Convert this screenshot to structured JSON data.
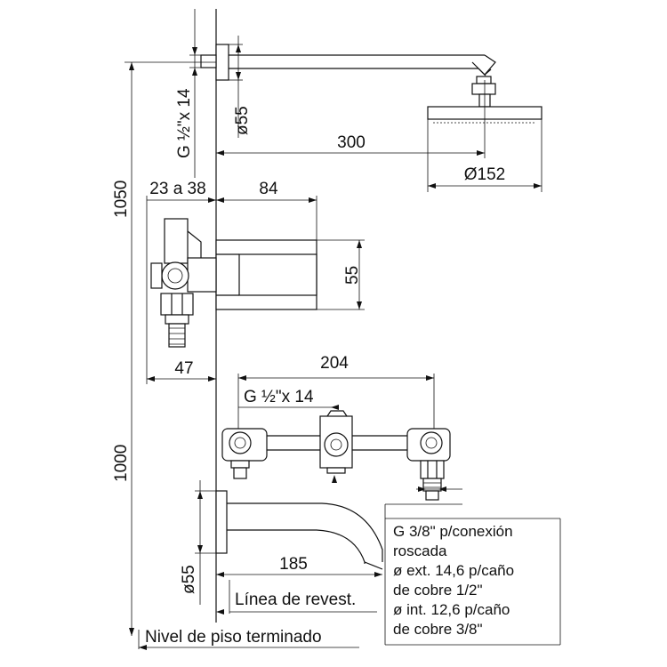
{
  "dimensions": {
    "thread_top": "G ½\"x 14",
    "d55_top": "ø55",
    "arm_length": "300",
    "head_diameter": "Ø152",
    "height_shower": "1050",
    "depth_range": "23 a 38",
    "body_84": "84",
    "body_55": "55",
    "width_47": "47",
    "spacing_204": "204",
    "thread_mid": "G ½\"x 14",
    "height_spout": "1000",
    "d55_bottom": "ø55",
    "spout_185": "185"
  },
  "labels": {
    "wall_line": "Línea de revest.",
    "floor_line": "Nivel de piso terminado"
  },
  "note_lines": [
    "G 3/8\" p/conexión",
    "roscada",
    "ø ext. 14,6 p/caño",
    "de cobre 1/2\"",
    "ø int. 12,6 p/caño",
    "de cobre 3/8\""
  ]
}
